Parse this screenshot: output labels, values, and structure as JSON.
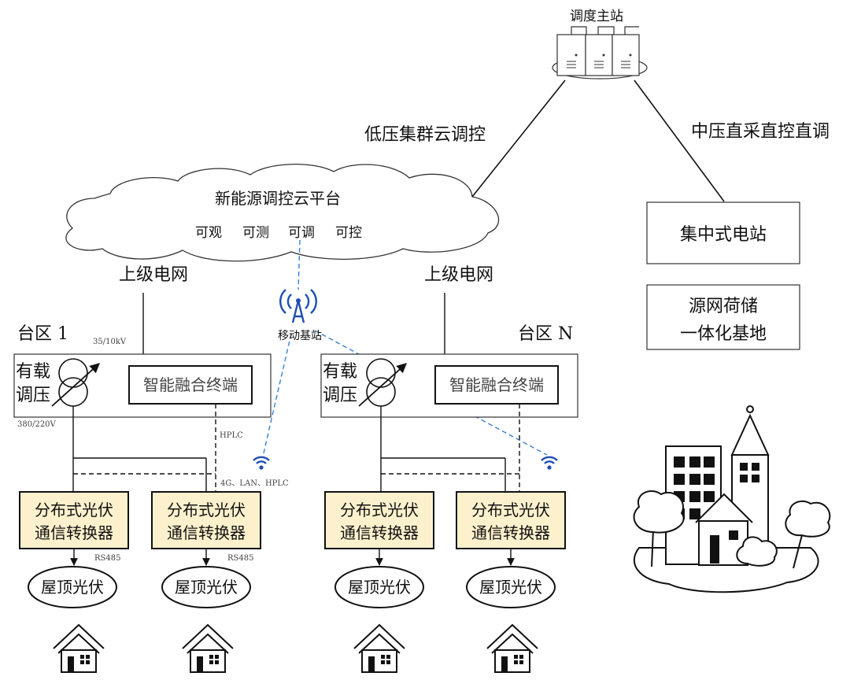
{
  "dispatch_station": "调度主站",
  "link_low_voltage": "低压集群云调控",
  "link_medium_voltage": "中压直采直控直调",
  "cloud": {
    "title": "新能源调控云平台",
    "functions": [
      "可观",
      "可测",
      "可调",
      "可控"
    ]
  },
  "central_station": "集中式电站",
  "integrated_base": {
    "line1": "源网荷储",
    "line2": "一体化基地"
  },
  "base_station": "移动基站",
  "upper_grid_left": "上级电网",
  "upper_grid_right": "上级电网",
  "district_1": {
    "name": "台区 1",
    "voltage_high": "35/10kV",
    "voltage_low": "380/220V",
    "transformer": {
      "line1": "有载",
      "line2": "调压"
    },
    "terminal": "智能融合终端",
    "hplc": "HPLC",
    "comm": "4G、LAN、HPLC"
  },
  "district_n": {
    "name": "台区 N",
    "transformer": {
      "line1": "有载",
      "line2": "调压"
    },
    "terminal": "智能融合终端"
  },
  "converter": {
    "line1": "分布式光伏",
    "line2": "通信转换器"
  },
  "rs485": "RS485",
  "rooftop_pv": "屋顶光伏",
  "colors": {
    "converter_fill": "#fdf1cd",
    "radio_blue": "#1f4fb5",
    "dash_blue": "#3a7fd0"
  }
}
